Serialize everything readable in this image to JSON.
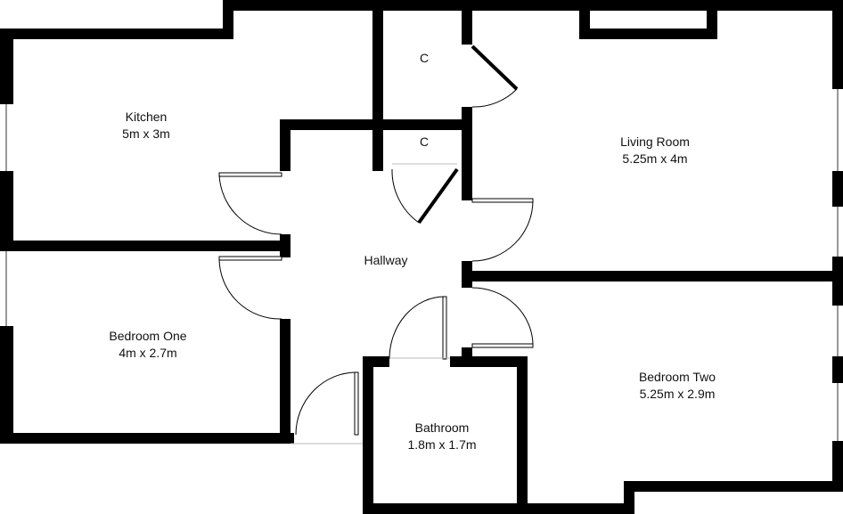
{
  "plan": {
    "wall_color": "#000000",
    "rooms": [
      {
        "name": "Kitchen",
        "size": "5m x 3m"
      },
      {
        "name": "Bedroom One",
        "size": "4m x 2.7m"
      },
      {
        "name": "Hallway"
      },
      {
        "name": "C"
      },
      {
        "name": "C"
      },
      {
        "name": "Living Room",
        "size": "5.25m x 4m"
      },
      {
        "name": "Bedroom Two",
        "size": "5.25m x 2.9m"
      },
      {
        "name": "Bathroom",
        "size": "1.8m x 1.7m"
      }
    ]
  }
}
